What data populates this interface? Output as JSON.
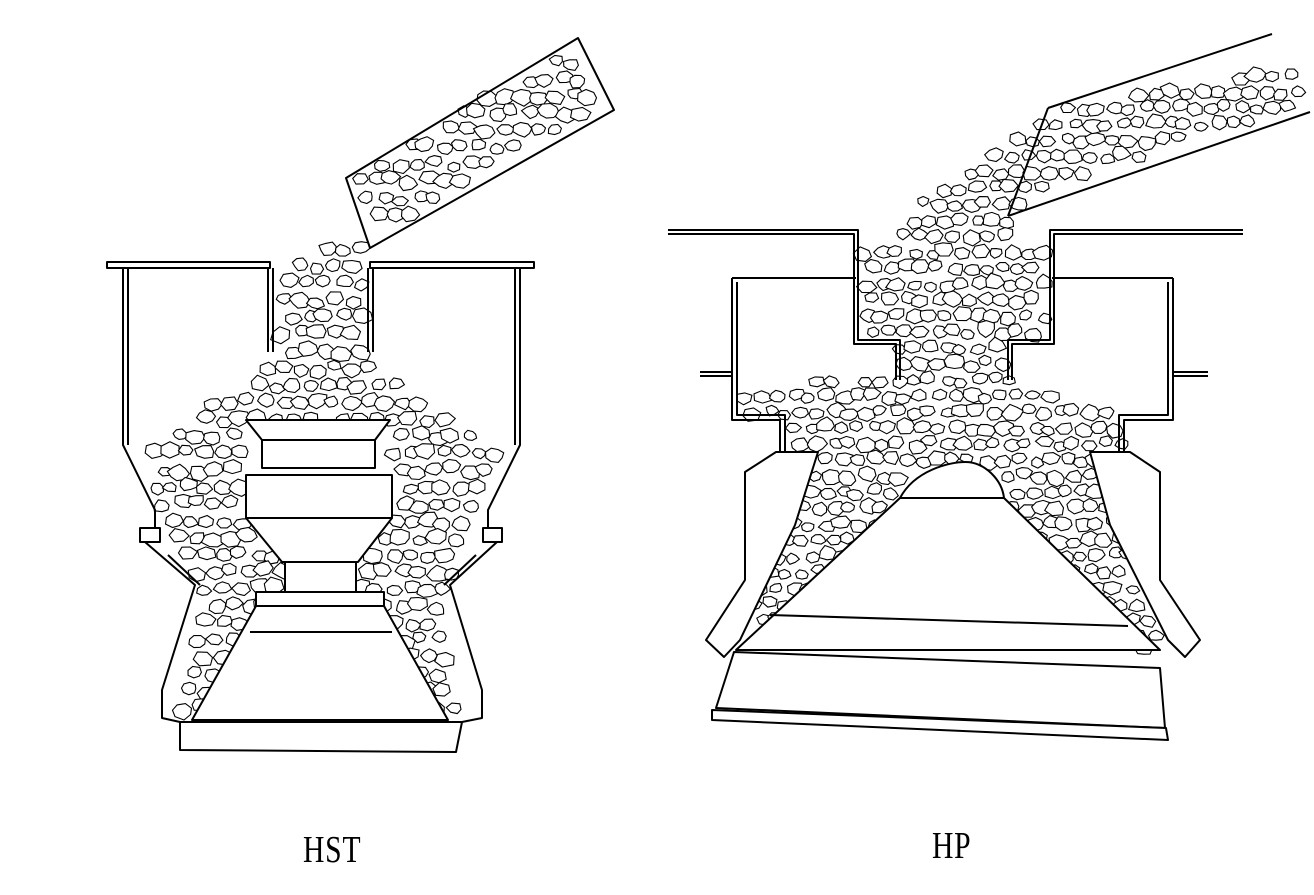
{
  "figure": {
    "left_crusher": {
      "label": "HST",
      "icon": "cone-crusher-hst-cross-section"
    },
    "right_crusher": {
      "label": "HP",
      "icon": "cone-crusher-hp-cross-section"
    }
  }
}
